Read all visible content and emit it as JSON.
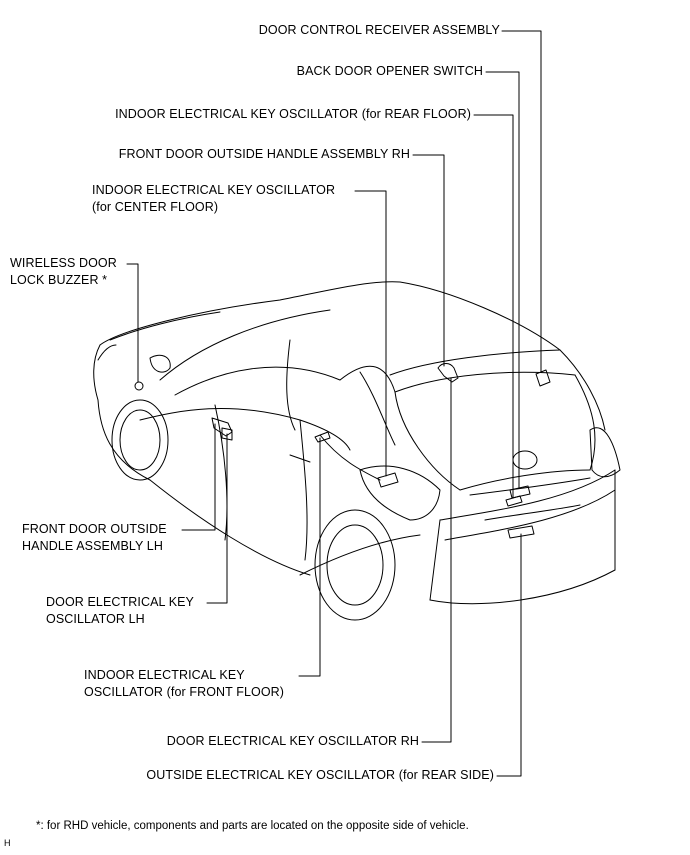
{
  "labels": {
    "door_control_receiver": "DOOR CONTROL RECEIVER ASSEMBLY",
    "back_door_opener": "BACK DOOR OPENER SWITCH",
    "indoor_osc_rear": "INDOOR ELECTRICAL KEY OSCILLATOR (for REAR FLOOR)",
    "front_handle_rh": "FRONT DOOR OUTSIDE HANDLE ASSEMBLY RH",
    "indoor_osc_center_1": "INDOOR ELECTRICAL KEY OSCILLATOR",
    "indoor_osc_center_2": "(for CENTER FLOOR)",
    "buzzer_1": "WIRELESS DOOR",
    "buzzer_2": "LOCK BUZZER *",
    "front_handle_lh_1": "FRONT DOOR OUTSIDE",
    "front_handle_lh_2": "HANDLE ASSEMBLY LH",
    "door_osc_lh_1": "DOOR ELECTRICAL KEY",
    "door_osc_lh_2": "OSCILLATOR LH",
    "indoor_osc_front_1": "INDOOR ELECTRICAL KEY",
    "indoor_osc_front_2": "OSCILLATOR (for FRONT FLOOR)",
    "door_osc_rh": "DOOR ELECTRICAL KEY OSCILLATOR RH",
    "outside_osc_rear": "OUTSIDE ELECTRICAL KEY OSCILLATOR (for REAR SIDE)"
  },
  "footnote": "*: for RHD vehicle, components and parts are located on the opposite side of vehicle.",
  "corner_mark": "H"
}
